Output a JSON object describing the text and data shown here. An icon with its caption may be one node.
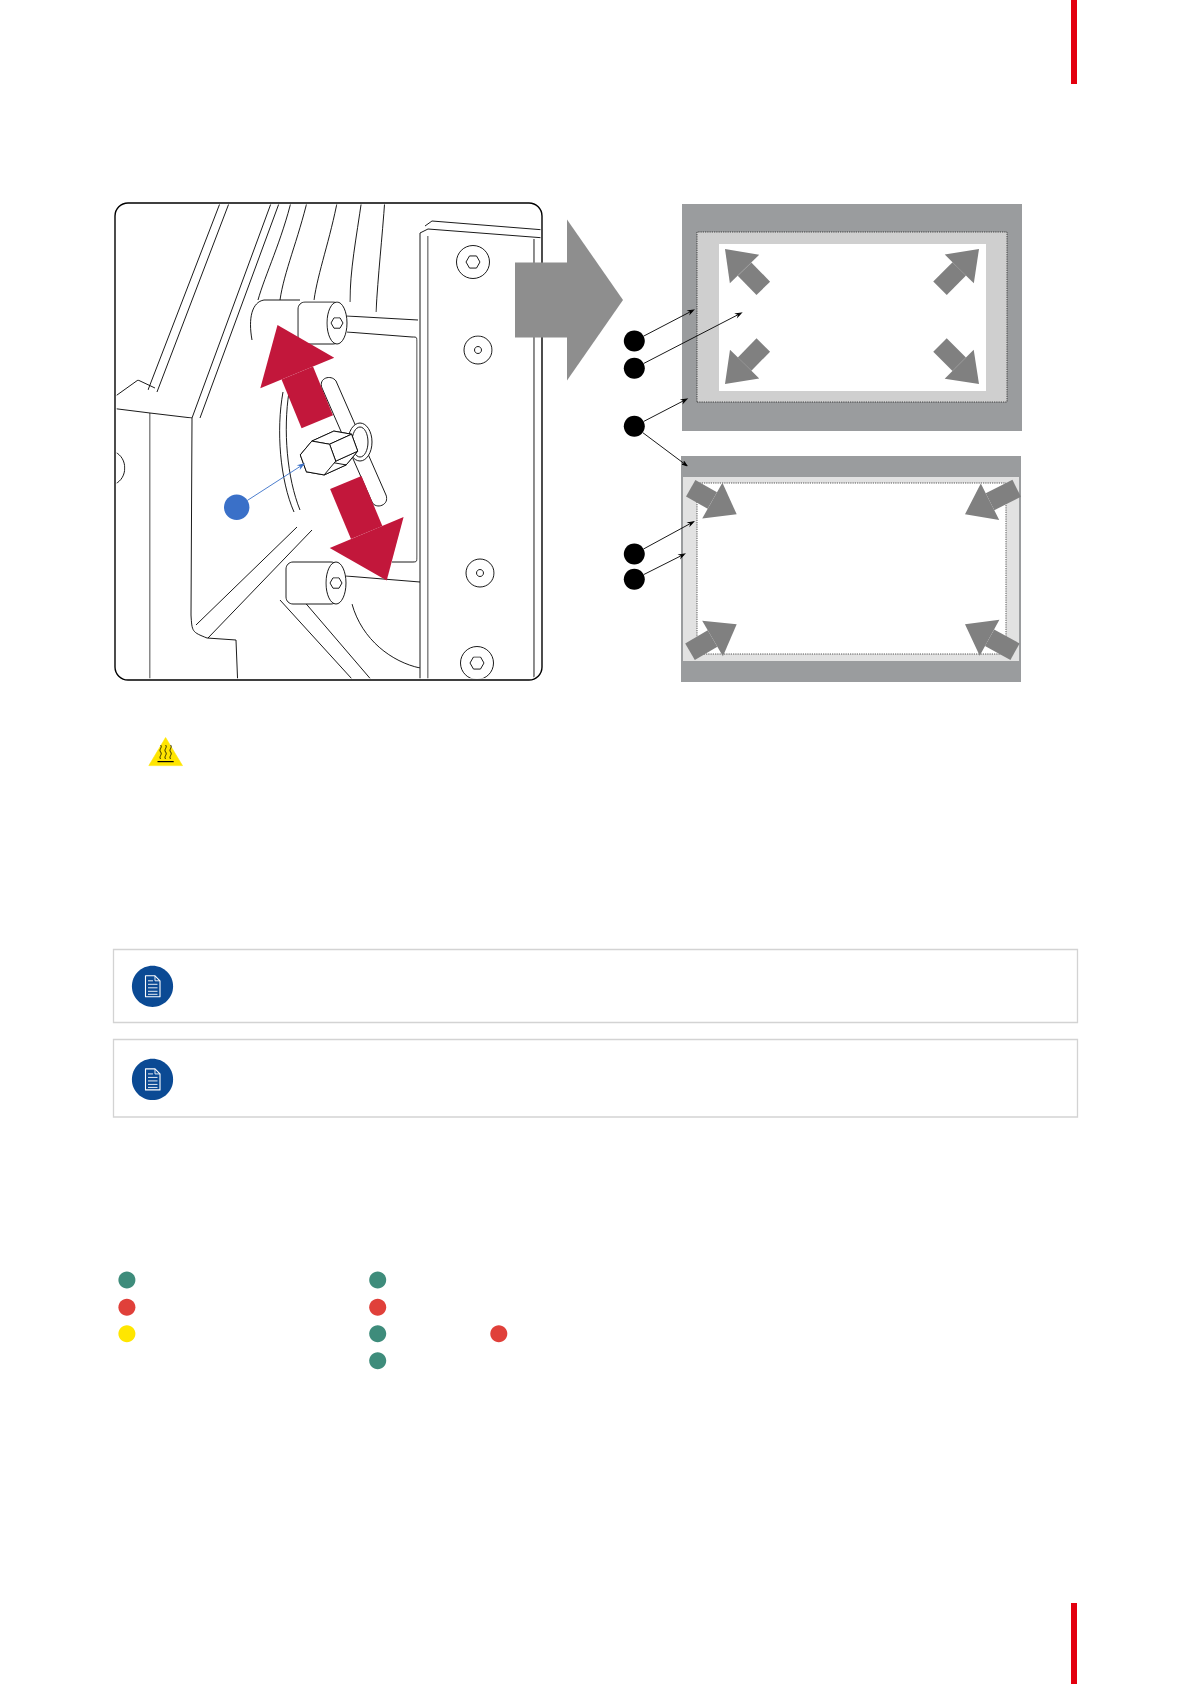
{
  "diagram": {
    "nodes": [
      {
        "text": [],
        "shape": "picture"
      },
      {
        "text": [],
        "shape": "picture",
        "in": 0
      },
      {
        "text": [],
        "shape": "circle",
        "in": 0
      },
      {
        "text": [],
        "shape": "box"
      },
      {
        "text": [],
        "shape": "box",
        "in": 3
      },
      {
        "text": [],
        "shape": "box",
        "in": 4
      },
      {
        "text": [],
        "shape": "box"
      },
      {
        "text": [],
        "shape": "box",
        "in": 6
      },
      {
        "text": [],
        "shape": "box",
        "in": 7
      },
      {
        "text": [],
        "shape": "circle"
      },
      {
        "text": [],
        "shape": "circle"
      },
      {
        "text": [],
        "shape": "circle"
      },
      {
        "text": [],
        "shape": "circle"
      },
      {
        "text": [],
        "shape": "circle"
      }
    ],
    "edges": [
      {
        "from": 2,
        "to": 1,
        "arrow": "to",
        "color": "#3a70c8"
      },
      {
        "from": 9,
        "to": 4,
        "arrow": "to"
      },
      {
        "from": 10,
        "to": 5,
        "arrow": "to"
      },
      {
        "from": 11,
        "to": 3,
        "arrow": "to"
      },
      {
        "from": 11,
        "to": 6,
        "arrow": "to"
      },
      {
        "from": 12,
        "to": 8,
        "arrow": "to"
      },
      {
        "from": 13,
        "to": 7,
        "arrow": "to"
      }
    ]
  }
}
